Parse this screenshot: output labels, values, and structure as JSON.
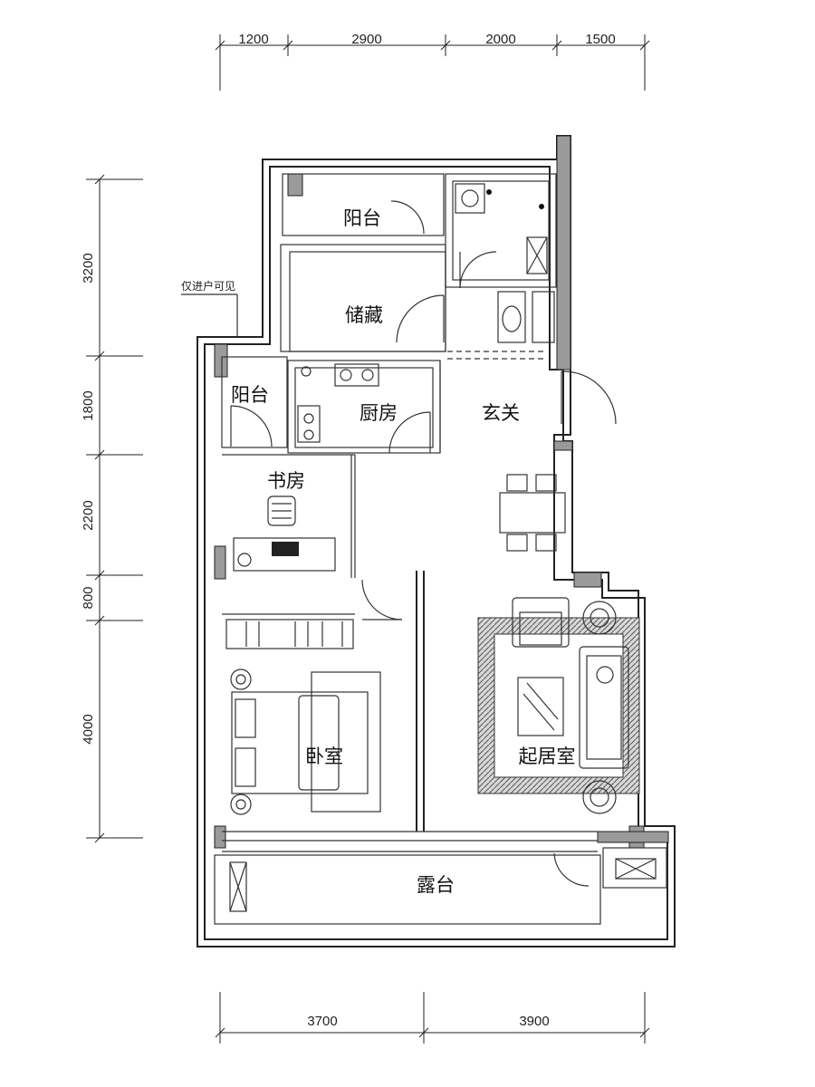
{
  "dimensions": {
    "top": [
      "1200",
      "2900",
      "2000",
      "1500"
    ],
    "left": [
      "3200",
      "1800",
      "2200",
      "800",
      "4000"
    ],
    "bottom": [
      "3700",
      "3900"
    ]
  },
  "rooms": {
    "balcony_north": "阳台",
    "storage": "储藏",
    "balcony_west": "阳台",
    "kitchen": "厨房",
    "entrance": "玄关",
    "study": "书房",
    "bedroom": "卧室",
    "living_room": "起居室",
    "terrace": "露台"
  },
  "notes": {
    "visible_from_entry": "仅进户可见"
  },
  "colors": {
    "wall_line": "#222222",
    "wall_fill": "#9a9a9a",
    "rug_pattern": "#6b6b6b"
  }
}
